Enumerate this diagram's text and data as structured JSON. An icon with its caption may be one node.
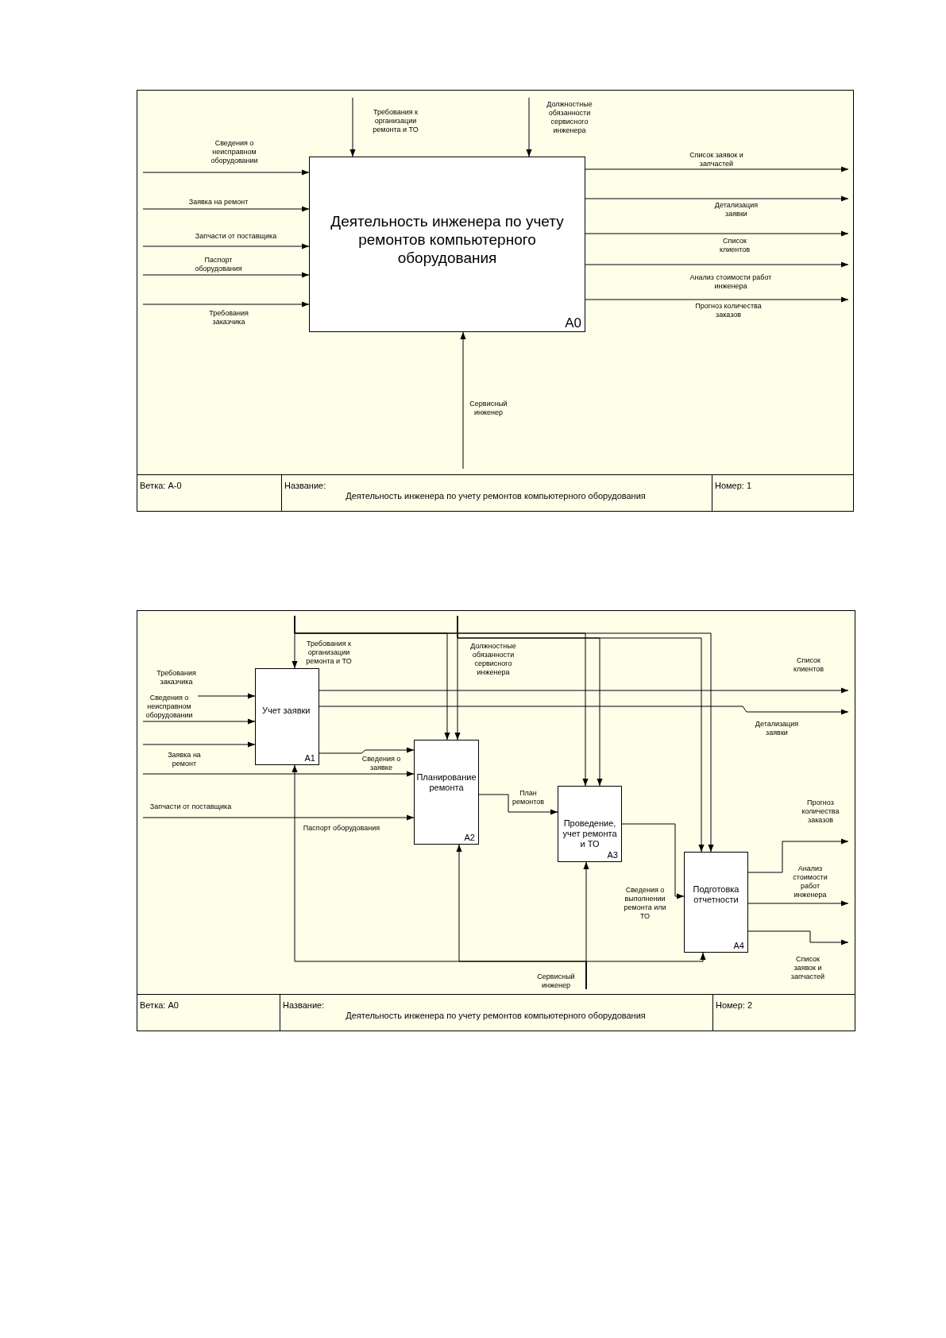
{
  "diagram": {
    "nodes": [
      {
        "text": [
          "Деятельность инженера по учету ремонтов компьютерного оборудования",
          "A0"
        ]
      },
      {
        "text": [
          "Учет заявки",
          "A1"
        ]
      },
      {
        "text": [
          "Планирование ремонта",
          "A2"
        ]
      },
      {
        "text": [
          "Проведение, учет ремонта и ТО",
          "A3"
        ]
      },
      {
        "text": [
          "Подготовка отчетности",
          "A4"
        ]
      }
    ],
    "edges": [
      {
        "from": null,
        "to": 0,
        "arrow": "to",
        "label": "Сведения о неисправном оборудовании"
      },
      {
        "from": null,
        "to": 0,
        "arrow": "to",
        "label": "Заявка на ремонт"
      },
      {
        "from": null,
        "to": 0,
        "arrow": "to",
        "label": "Запчасти от поставщика"
      },
      {
        "from": null,
        "to": 0,
        "arrow": "to",
        "label": "Паспорт оборудования"
      },
      {
        "from": null,
        "to": 0,
        "arrow": "to",
        "label": "Требования заказчика"
      },
      {
        "from": null,
        "to": 0,
        "arrow": "to",
        "label": "Требования к организации ремонта и ТО"
      },
      {
        "from": null,
        "to": 0,
        "arrow": "to",
        "label": "Должностные обязанности сервисного инженера"
      },
      {
        "from": 0,
        "to": null,
        "arrow": "to",
        "label": "Список заявок и запчастей"
      },
      {
        "from": 0,
        "to": null,
        "arrow": "to",
        "label": "Детализация заявки"
      },
      {
        "from": 0,
        "to": null,
        "arrow": "to",
        "label": "Список клиентов"
      },
      {
        "from": 0,
        "to": null,
        "arrow": "to",
        "label": "Анализ стоимости работ инженера"
      },
      {
        "from": 0,
        "to": null,
        "arrow": "to",
        "label": "Прогноз количества заказов"
      },
      {
        "from": null,
        "to": 0,
        "arrow": "to",
        "label": "Сервисный инженер"
      },
      {
        "from": null,
        "to": 1,
        "arrow": "to",
        "label": "Требования заказчика"
      },
      {
        "from": null,
        "to": 1,
        "arrow": "to",
        "label": "Сведения о неисправном оборудовании"
      },
      {
        "from": null,
        "to": 1,
        "arrow": "to"
      },
      {
        "from": null,
        "to": 2,
        "arrow": "to",
        "label": "Заявка на ремонт"
      },
      {
        "from": null,
        "to": 2,
        "arrow": "to",
        "label": "Запчасти от поставщика"
      },
      {
        "from": null,
        "to": 1,
        "arrow": "to",
        "label": "Требования к организации ремонта и ТО"
      },
      {
        "from": null,
        "to": 2,
        "arrow": "to"
      },
      {
        "from": null,
        "to": 3,
        "arrow": "to"
      },
      {
        "from": null,
        "to": 4,
        "arrow": "to"
      },
      {
        "from": null,
        "to": 2,
        "arrow": "to",
        "label": "Должностные обязанности сервисного инженера"
      },
      {
        "from": null,
        "to": 3,
        "arrow": "to"
      },
      {
        "from": null,
        "to": 4,
        "arrow": "to"
      },
      {
        "from": 1,
        "to": null,
        "arrow": "to",
        "label": "Список клиентов"
      },
      {
        "from": 1,
        "to": null,
        "arrow": "to",
        "label": "Детализация заявки"
      },
      {
        "from": 1,
        "to": 2,
        "arrow": "to",
        "label": "Сведения о заявке"
      },
      {
        "from": 2,
        "to": 3,
        "arrow": "to",
        "label": "План ремонтов"
      },
      {
        "from": 3,
        "to": 4,
        "arrow": "to",
        "label": "Сведения о выполнении ремонта или ТО"
      },
      {
        "from": 4,
        "to": null,
        "arrow": "to",
        "label": "Прогноз количества заказов"
      },
      {
        "from": 4,
        "to": null,
        "arrow": "to",
        "label": "Анализ стоимости работ инженера"
      },
      {
        "from": 4,
        "to": null,
        "arrow": "to",
        "label": "Список заявок и запчастей"
      },
      {
        "from": null,
        "to": 1,
        "arrow": "to",
        "label": "Сервисный инженер"
      },
      {
        "from": null,
        "to": 2,
        "arrow": "to"
      },
      {
        "from": null,
        "to": 3,
        "arrow": "to"
      },
      {
        "from": null,
        "to": 4,
        "arrow": "to"
      }
    ],
    "labels": [
      "Ветка: A-0",
      "Название:",
      "Деятельность инженера по учету ремонтов компьютерного оборудования",
      "Номер: 1",
      "Ветка: A0",
      "Название:",
      "Деятельность инженера по учету ремонтов компьютерного оборудования",
      "Номер: 2",
      "Паспорт оборудования"
    ]
  }
}
